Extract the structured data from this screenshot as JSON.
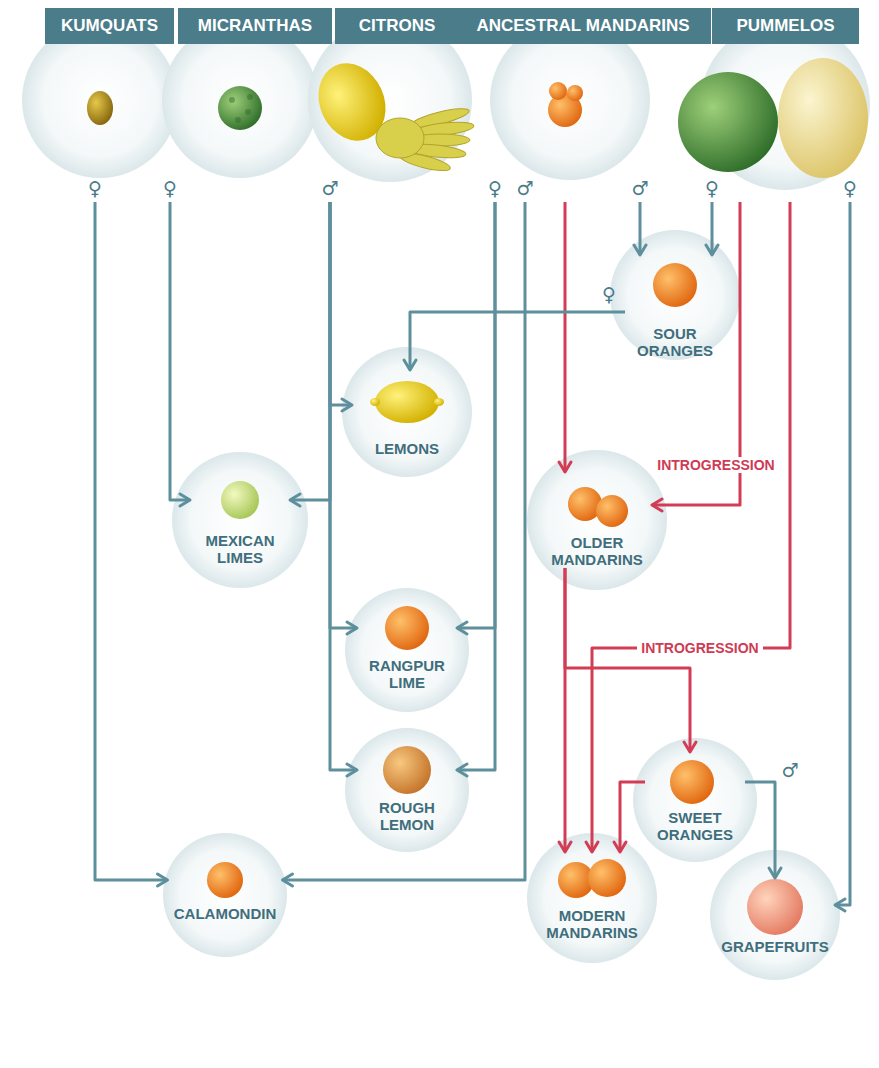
{
  "diagram": {
    "nodes": [
      {
        "text": [
          "KUMQUATS"
        ]
      },
      {
        "text": [
          "MICRANTHAS"
        ]
      },
      {
        "text": [
          "CITRONS"
        ]
      },
      {
        "text": [
          "ANCESTRAL MANDARINS"
        ]
      },
      {
        "text": [
          "PUMMELOS"
        ]
      },
      {
        "text": [
          "SOUR ORANGES"
        ]
      },
      {
        "text": [
          "LEMONS"
        ]
      },
      {
        "text": [
          "MEXICAN LIMES"
        ]
      },
      {
        "text": [
          "OLDER MANDARINS"
        ]
      },
      {
        "text": [
          "RANGPUR LIME"
        ]
      },
      {
        "text": [
          "ROUGH LEMON"
        ]
      },
      {
        "text": [
          "SWEET ORANGES"
        ]
      },
      {
        "text": [
          "CALAMONDIN"
        ]
      },
      {
        "text": [
          "MODERN MANDARINS"
        ]
      },
      {
        "text": [
          "GRAPEFRUITS"
        ]
      }
    ],
    "edges": [
      {
        "from": 0,
        "to": 12,
        "arrow": "to"
      },
      {
        "from": 1,
        "to": 7,
        "arrow": "to"
      },
      {
        "from": 2,
        "to": 6,
        "arrow": "to"
      },
      {
        "from": 2,
        "to": 7,
        "arrow": "to"
      },
      {
        "from": 2,
        "to": 9,
        "arrow": "to"
      },
      {
        "from": 2,
        "to": 10,
        "arrow": "to"
      },
      {
        "from": 3,
        "to": 9,
        "arrow": "to"
      },
      {
        "from": 3,
        "to": 10,
        "arrow": "to"
      },
      {
        "from": 3,
        "to": 12,
        "arrow": "to"
      },
      {
        "from": 3,
        "to": 8,
        "arrow": "to"
      },
      {
        "from": 3,
        "to": 5,
        "arrow": "to"
      },
      {
        "from": 4,
        "to": 5,
        "arrow": "to"
      },
      {
        "from": 4,
        "to": 8,
        "arrow": "to",
        "label": "INTROGRESSION"
      },
      {
        "from": 4,
        "to": 13,
        "arrow": "to",
        "label": "INTROGRESSION"
      },
      {
        "from": 4,
        "to": 14,
        "arrow": "to"
      },
      {
        "from": 5,
        "to": 6,
        "arrow": "to"
      },
      {
        "from": 8,
        "to": 13,
        "arrow": "to"
      },
      {
        "from": 8,
        "to": 11,
        "arrow": "to"
      },
      {
        "from": 11,
        "to": 13,
        "arrow": "to"
      },
      {
        "from": 11,
        "to": 14,
        "arrow": "to"
      }
    ],
    "labels": [
      "♀",
      "♀",
      "♂",
      "♀",
      "♂",
      "♂",
      "♀",
      "♀",
      "♀",
      "♂"
    ]
  }
}
